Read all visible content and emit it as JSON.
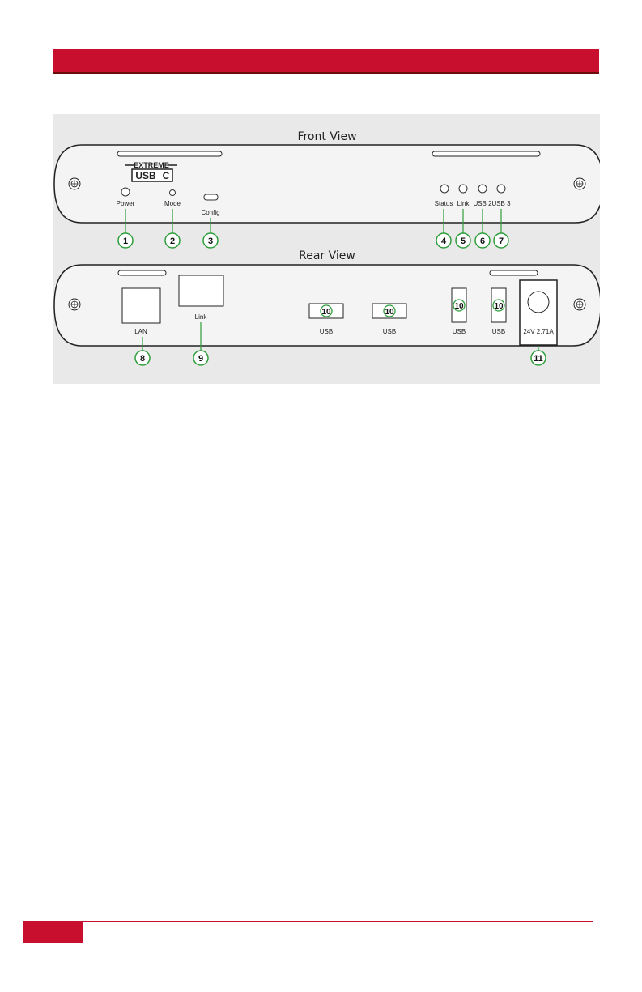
{
  "front_view": {
    "title": "Front View",
    "brand_top": "EXTREME",
    "brand_bottom": "USB",
    "brand_letter": "C",
    "ports": [
      {
        "label": "Power",
        "callout": "1"
      },
      {
        "label": "Mode",
        "callout": "2"
      },
      {
        "label": "Config",
        "callout": "3"
      },
      {
        "label": "Status",
        "callout": "4"
      },
      {
        "label": "Link",
        "callout": "5"
      },
      {
        "label": "USB 2",
        "callout": "6"
      },
      {
        "label": "USB 3",
        "callout": "7"
      }
    ]
  },
  "rear_view": {
    "title": "Rear View",
    "ports": [
      {
        "label": "LAN",
        "callout": "8"
      },
      {
        "label": "Link",
        "callout": "9"
      },
      {
        "label": "USB",
        "callout": "10"
      },
      {
        "label": "USB",
        "callout": "10"
      },
      {
        "label": "USB",
        "callout": "10"
      },
      {
        "label": "USB",
        "callout": "10"
      },
      {
        "label": "24V 2.71A",
        "callout": "11"
      }
    ]
  },
  "colors": {
    "accent_red": "#c8102e",
    "callout_green": "#2e9e3a",
    "panel_fill": "#f4f4f4"
  }
}
